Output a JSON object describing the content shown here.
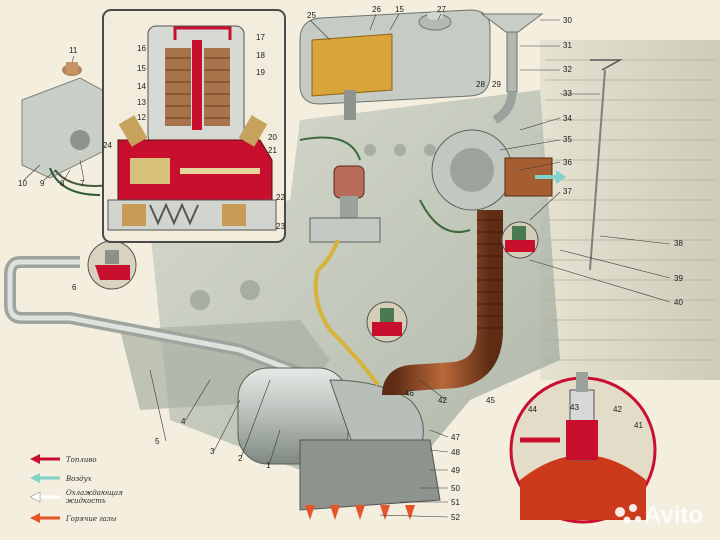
{
  "callouts": [
    {
      "id": "c1",
      "text": "1"
    },
    {
      "id": "c2",
      "text": "2"
    },
    {
      "id": "c3",
      "text": "3"
    },
    {
      "id": "c4",
      "text": "4"
    },
    {
      "id": "c5",
      "text": "5"
    },
    {
      "id": "c6",
      "text": "6"
    },
    {
      "id": "c7",
      "text": "7"
    },
    {
      "id": "c8",
      "text": "8"
    },
    {
      "id": "c9",
      "text": "9"
    },
    {
      "id": "c10",
      "text": "10"
    },
    {
      "id": "c11",
      "text": "11"
    },
    {
      "id": "c12",
      "text": "12"
    },
    {
      "id": "c13",
      "text": "13"
    },
    {
      "id": "c14",
      "text": "14"
    },
    {
      "id": "c15",
      "text": "15"
    },
    {
      "id": "c16",
      "text": "16"
    },
    {
      "id": "c17",
      "text": "17"
    },
    {
      "id": "c18",
      "text": "18"
    },
    {
      "id": "c19",
      "text": "19"
    },
    {
      "id": "c20",
      "text": "20"
    },
    {
      "id": "c21",
      "text": "21"
    },
    {
      "id": "c22",
      "text": "22"
    },
    {
      "id": "c23",
      "text": "23"
    },
    {
      "id": "c24",
      "text": "24"
    },
    {
      "id": "c25",
      "text": "25"
    },
    {
      "id": "c26",
      "text": "26"
    },
    {
      "id": "c27",
      "text": "27"
    },
    {
      "id": "c28",
      "text": "28"
    },
    {
      "id": "c29",
      "text": "29"
    },
    {
      "id": "c30",
      "text": "30"
    },
    {
      "id": "c31",
      "text": "31"
    },
    {
      "id": "c32",
      "text": "32"
    },
    {
      "id": "c33",
      "text": "33"
    },
    {
      "id": "c34",
      "text": "34"
    },
    {
      "id": "c35",
      "text": "35"
    },
    {
      "id": "c36",
      "text": "36"
    },
    {
      "id": "c37",
      "text": "37"
    },
    {
      "id": "c38",
      "text": "38"
    },
    {
      "id": "c39",
      "text": "39"
    },
    {
      "id": "c40",
      "text": "40"
    },
    {
      "id": "c41",
      "text": "41"
    },
    {
      "id": "c42",
      "text": "42"
    },
    {
      "id": "c43",
      "text": "43"
    },
    {
      "id": "c44",
      "text": "44"
    },
    {
      "id": "c45",
      "text": "45"
    },
    {
      "id": "c46",
      "text": "46"
    },
    {
      "id": "c47",
      "text": "47"
    },
    {
      "id": "c48",
      "text": "48"
    },
    {
      "id": "c49",
      "text": "49"
    },
    {
      "id": "c50",
      "text": "50"
    },
    {
      "id": "c51",
      "text": "51"
    },
    {
      "id": "c52",
      "text": "52"
    },
    {
      "id": "c15b",
      "text": "15"
    },
    {
      "id": "c42b",
      "text": "42"
    }
  ],
  "legend": {
    "fuel": "Топливо",
    "air": "Воздух",
    "coolant_line1": "Охлаждающая",
    "coolant_line2": "жидкость",
    "exhaust": "Горячие газы"
  },
  "watermark": "Avito",
  "colors": {
    "fuel": "#c8102e",
    "air": "#7fd3c8",
    "coolant": "#ffffff",
    "exhaust": "#e5542a",
    "engine": "#b9c2b6",
    "copper": "#8b4a26",
    "tank": "#c9cec7"
  },
  "icons": [
    "fuel-arrow-icon",
    "air-arrow-icon",
    "coolant-arrow-icon",
    "exhaust-arrow-icon",
    "avito-logo-icon"
  ]
}
